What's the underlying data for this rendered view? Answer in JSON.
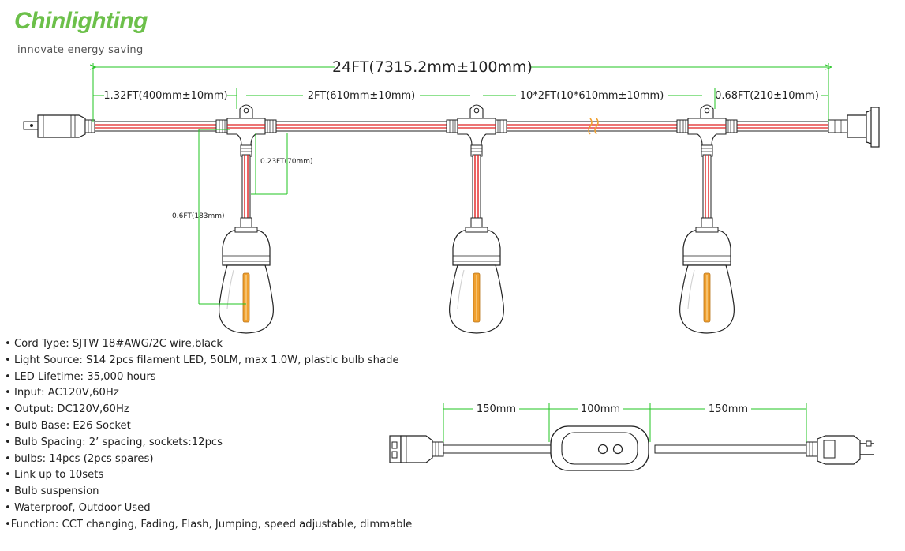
{
  "brand": {
    "name": "Chinlighting",
    "tagline": "innovate energy saving",
    "color": "#6cc04a"
  },
  "dimensions": {
    "total": "24FT(7315.2mm±100mm)",
    "segment1": "1.32FT(400mm±10mm)",
    "segment2": "2FT(610mm±10mm)",
    "segment3": "10*2FT(10*610mm±10mm)",
    "segment4": "0.68FT(210±10mm)",
    "drop_short": "0.23FT(70mm)",
    "drop_long": "0.6FT(183mm)"
  },
  "switch_dimensions": {
    "left": "150mm",
    "middle": "100mm",
    "right": "150mm"
  },
  "specs": [
    "• Cord Type:  SJTW 18#AWG/2C wire,black",
    "• Light Source: S14 2pcs filament  LED, 50LM, max 1.0W, plastic bulb shade",
    "• LED Lifetime: 35,000 hours",
    "• Input: AC120V,60Hz",
    "• Output: DC120V,60Hz",
    "• Bulb Base: E26 Socket",
    "• Bulb Spacing: 2’ spacing, sockets:12pcs",
    "• bulbs: 14pcs (2pcs spares)",
    "• Link up to 10sets",
    "• Bulb suspension",
    "• Waterproof, Outdoor Used",
    "•Function: CCT changing, Fading, Flash, Jumping, speed adjustable, dimmable"
  ],
  "colors": {
    "dimension_line": "#22c422",
    "wire_red": "#e02020",
    "outline": "#222222",
    "filament": "#f0a030"
  }
}
